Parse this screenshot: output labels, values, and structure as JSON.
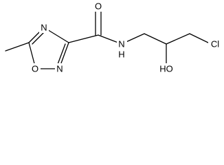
{
  "molecule": {
    "atoms": {
      "o_carbonyl": "O",
      "n_ring_top": "N",
      "n_ring_bottom": "N",
      "o_ring": "O",
      "nh_amide": "N",
      "h_amide": "H",
      "hydroxyl": "HO",
      "chlorine": "Cl"
    }
  },
  "colors": {
    "bond": "#000000",
    "label": "#000000",
    "background": "#ffffff"
  }
}
